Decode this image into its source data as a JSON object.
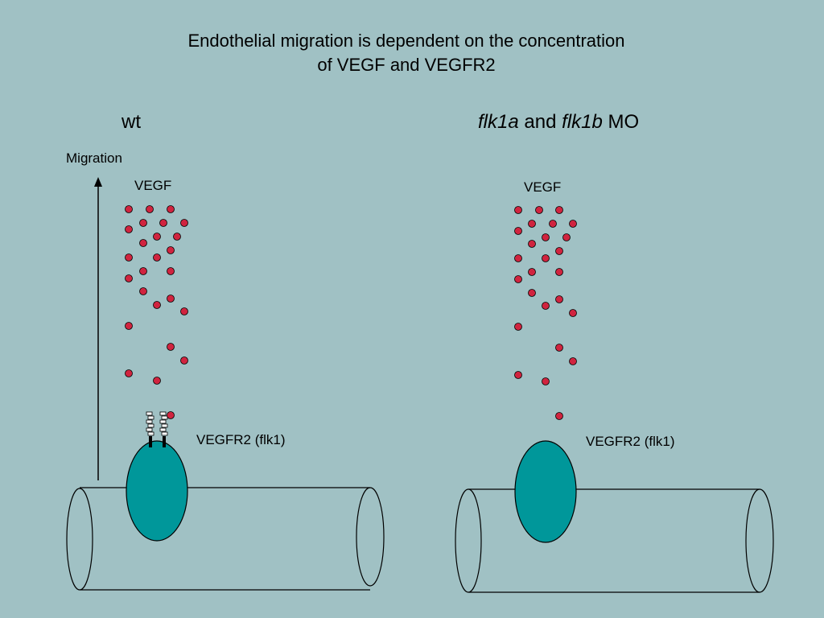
{
  "title": {
    "line1": "Endothelial migration is dependent on the concentration",
    "line2": "of VEGF and VEGFR2"
  },
  "left_panel": {
    "heading": "wt",
    "axis_label": "Migration",
    "ligand_label": "VEGF",
    "receptor_label": "VEGFR2 (flk1)"
  },
  "right_panel": {
    "heading_part1": "flk1a",
    "heading_part2": " and ",
    "heading_part3": "flk1b",
    "heading_part4": " MO",
    "ligand_label": "VEGF",
    "receptor_label": "VEGFR2 (flk1)"
  },
  "colors": {
    "background": "#a0c1c4",
    "vegf_dot": "#d0243f",
    "cell": "#00979a",
    "vessel_fill": "#a0c1c4",
    "outline": "#000000"
  }
}
